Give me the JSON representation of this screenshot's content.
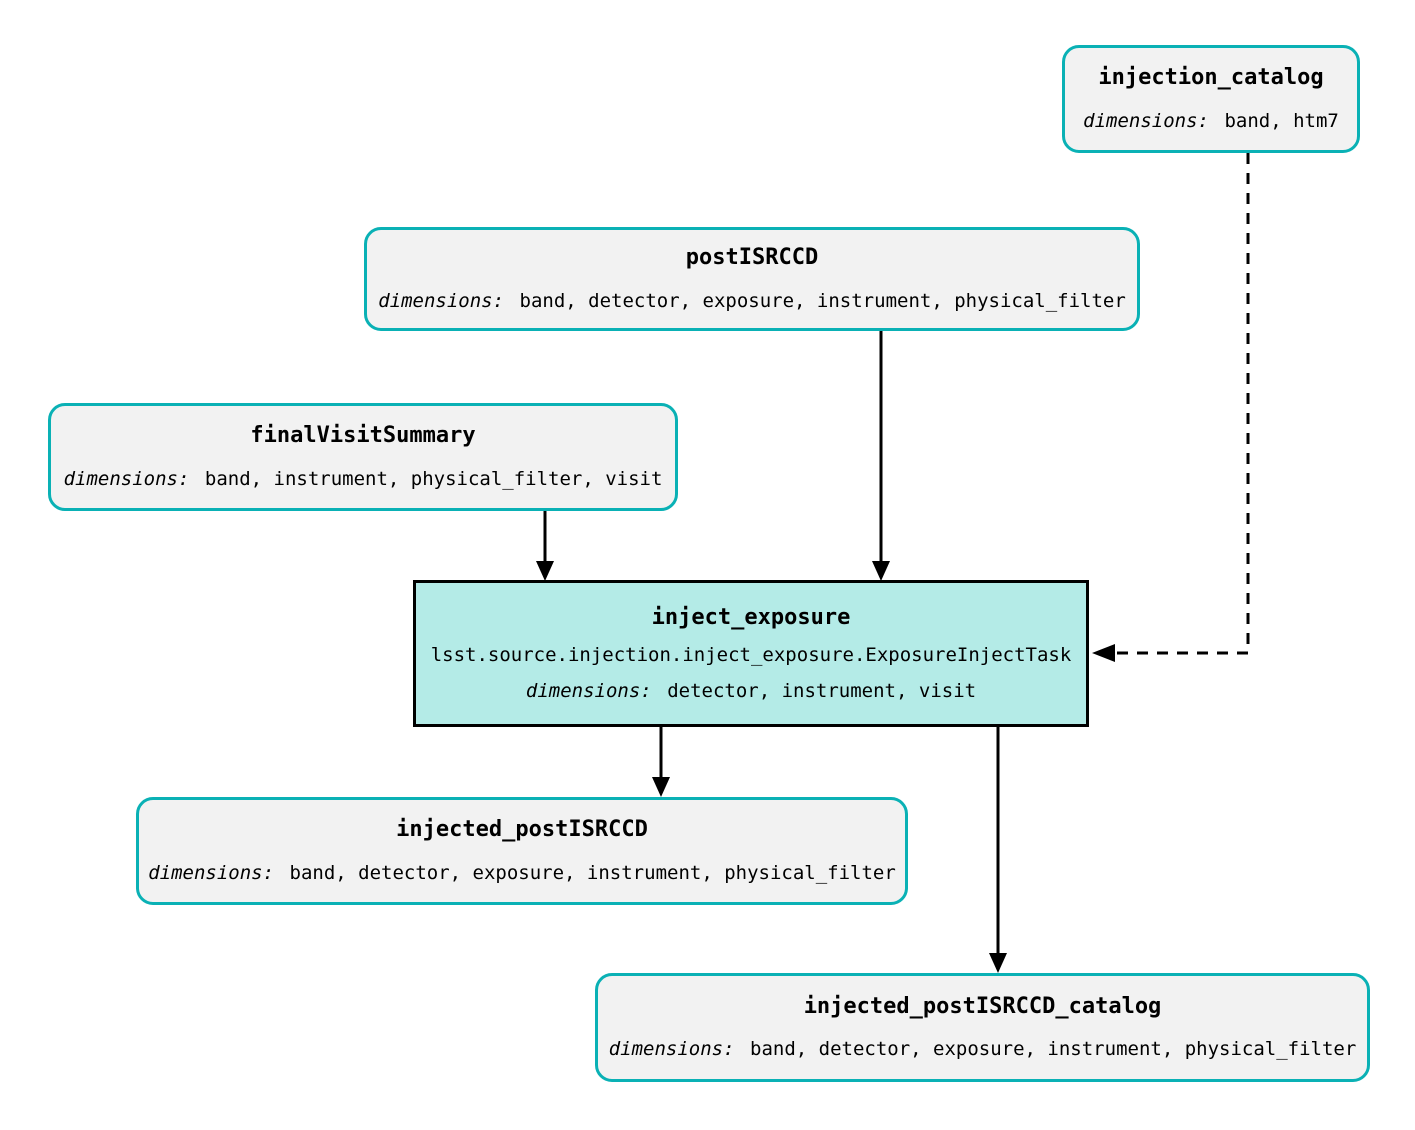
{
  "colors": {
    "dataset_border": "#0ab1b5",
    "dataset_fill": "#f2f2f2",
    "task_border": "#000000",
    "task_fill": "#b4ebe7",
    "edge": "#000000",
    "background": "#ffffff"
  },
  "nodes": {
    "injection_catalog": {
      "title": "injection_catalog",
      "dimensions_label": "dimensions:",
      "dimensions": "band, htm7"
    },
    "postISRCCD": {
      "title": "postISRCCD",
      "dimensions_label": "dimensions:",
      "dimensions": "band, detector, exposure, instrument, physical_filter"
    },
    "finalVisitSummary": {
      "title": "finalVisitSummary",
      "dimensions_label": "dimensions:",
      "dimensions": "band, instrument, physical_filter, visit"
    },
    "inject_exposure": {
      "title": "inject_exposure",
      "task_class": "lsst.source.injection.inject_exposure.ExposureInjectTask",
      "dimensions_label": "dimensions:",
      "dimensions": "detector, instrument, visit"
    },
    "injected_postISRCCD": {
      "title": "injected_postISRCCD",
      "dimensions_label": "dimensions:",
      "dimensions": "band, detector, exposure, instrument, physical_filter"
    },
    "injected_postISRCCD_catalog": {
      "title": "injected_postISRCCD_catalog",
      "dimensions_label": "dimensions:",
      "dimensions": "band, detector, exposure, instrument, physical_filter"
    }
  },
  "edges": [
    {
      "from": "postISRCCD",
      "to": "inject_exposure",
      "style": "solid"
    },
    {
      "from": "finalVisitSummary",
      "to": "inject_exposure",
      "style": "solid"
    },
    {
      "from": "injection_catalog",
      "to": "inject_exposure",
      "style": "dashed"
    },
    {
      "from": "inject_exposure",
      "to": "injected_postISRCCD",
      "style": "solid"
    },
    {
      "from": "inject_exposure",
      "to": "injected_postISRCCD_catalog",
      "style": "solid"
    }
  ]
}
